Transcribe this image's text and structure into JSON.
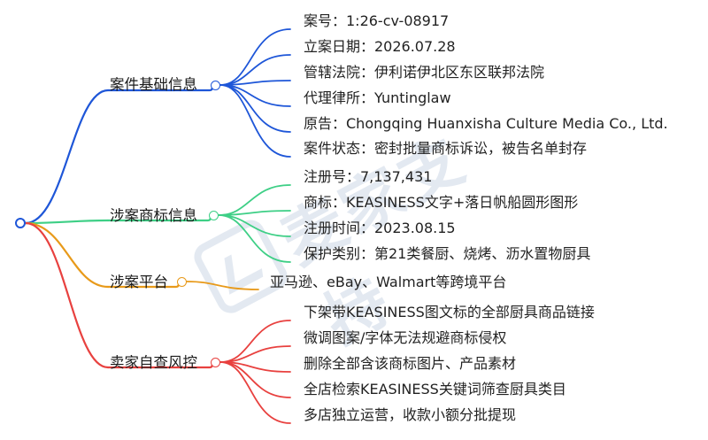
{
  "colors": {
    "root": "#1e56d8",
    "case": "#1e56d8",
    "trademark": "#3ecf86",
    "platform": "#e89a1a",
    "risk": "#e8413f"
  },
  "watermark": {
    "text": "麦家支持",
    "logo": "watermark-logo"
  },
  "branches": [
    {
      "id": "case",
      "label": "案件基础信息",
      "items": [
        "案号：1:26-cv-08917",
        "立案日期：2026.07.28",
        "管辖法院：伊利诺伊北区东区联邦法院",
        "代理律所：Yuntinglaw",
        "原告：Chongqing Huanxisha Culture Media Co., Ltd.",
        "案件状态：密封批量商标诉讼，被告名单封存"
      ]
    },
    {
      "id": "trademark",
      "label": "涉案商标信息",
      "items": [
        "注册号：7,137,431",
        "商标：KEASINESS文字+落日帆船圆形图形",
        "注册时间：2023.08.15",
        "保护类别：第21类餐厨、烧烤、沥水置物厨具"
      ]
    },
    {
      "id": "platform",
      "label": "涉案平台",
      "items": [
        "亚马逊、eBay、Walmart等跨境平台"
      ]
    },
    {
      "id": "risk",
      "label": "卖家自查风控",
      "items": [
        "下架带KEASINESS图文标的全部厨具商品链接",
        "微调图案/字体无法规避商标侵权",
        "删除全部含该商标图片、产品素材",
        "全店检索KEASINESS关键词筛查厨具类目",
        "多店独立运营，收款小额分批提现"
      ]
    }
  ]
}
